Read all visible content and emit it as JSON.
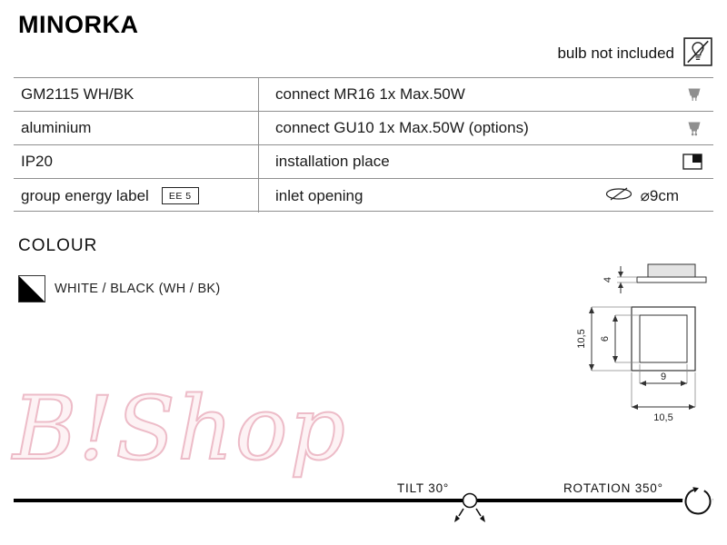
{
  "header": {
    "title": "MINORKA",
    "bulb_note": "bulb not included"
  },
  "specs": {
    "rows": [
      {
        "left": "GM2115 WH/BK",
        "right": "connect MR16 1x Max.50W"
      },
      {
        "left": "aluminium",
        "right": "connect GU10 1x Max.50W (options)"
      },
      {
        "left": "IP20",
        "right": "installation place"
      },
      {
        "left": "group energy label",
        "left_badge": "EE 5",
        "right": "inlet opening",
        "right_value": "⌀9cm"
      }
    ]
  },
  "colour": {
    "heading": "COLOUR",
    "label": "WHITE / BLACK (WH / BK)",
    "swatch_colors": [
      "#ffffff",
      "#000000"
    ]
  },
  "drawings": {
    "side_view": {
      "trim_height": "4"
    },
    "front_view": {
      "outer_height": "10,5",
      "inner_height": "6",
      "inner_width": "9",
      "outer_width": "10,5"
    }
  },
  "footer": {
    "tilt_label": "TILT 30°",
    "rotation_label": "ROTATION 350°"
  },
  "watermark": "B!Shop"
}
